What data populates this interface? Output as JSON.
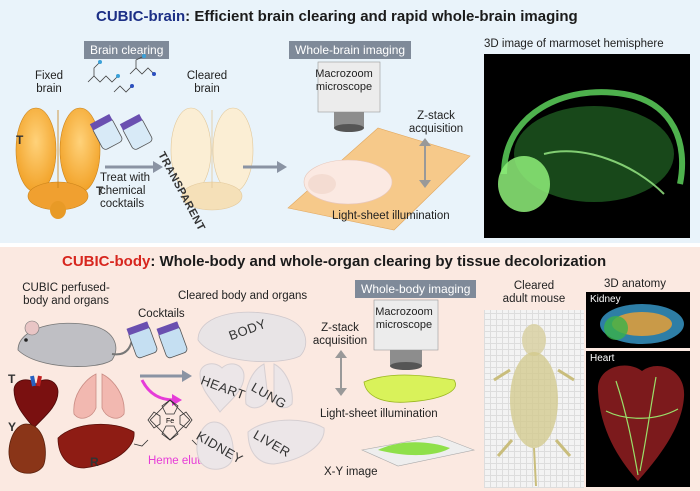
{
  "top": {
    "title_brand": "CUBIC-brain",
    "title_rest": ": Efficient brain clearing and rapid whole-brain imaging",
    "tag_clearing": "Brain clearing",
    "tag_imaging": "Whole-brain imaging",
    "fixed_brain": "Fixed\nbrain",
    "cleared_brain": "Cleared\nbrain",
    "transparent": "TRANSPARENT",
    "treat": "Treat with\nchemical\ncocktails",
    "microscope": "Macrozoom\nmicroscope",
    "zstack": "Z-stack\nacquisition",
    "lightsheet": "Light-sheet illumination",
    "marmoset_caption": "3D image of marmoset hemisphere"
  },
  "bottom": {
    "title_brand": "CUBIC-body",
    "title_rest": ": Whole-body and whole-organ clearing by tissue decolorization",
    "perfused": "CUBIC perfused-\nbody and organs",
    "cleared_organs": "Cleared body and organs",
    "cocktails": "Cocktails",
    "tag_imaging": "Whole-body imaging",
    "microscope": "Macrozoom\nmicroscope",
    "zstack": "Z-stack\nacquisition",
    "lightsheet": "Light-sheet illumination",
    "xy_image": "X-Y image",
    "heme": "Heme elution",
    "cleared_mouse": "Cleared\nadult mouse",
    "anatomy": "3D anatomy",
    "kidney_label": "Kidney",
    "heart_label": "Heart",
    "word_body": "BODY",
    "word_heart": "HEART",
    "word_lung": "LUNG",
    "word_kidney": "KIDNEY",
    "word_liver": "LIVER"
  }
}
